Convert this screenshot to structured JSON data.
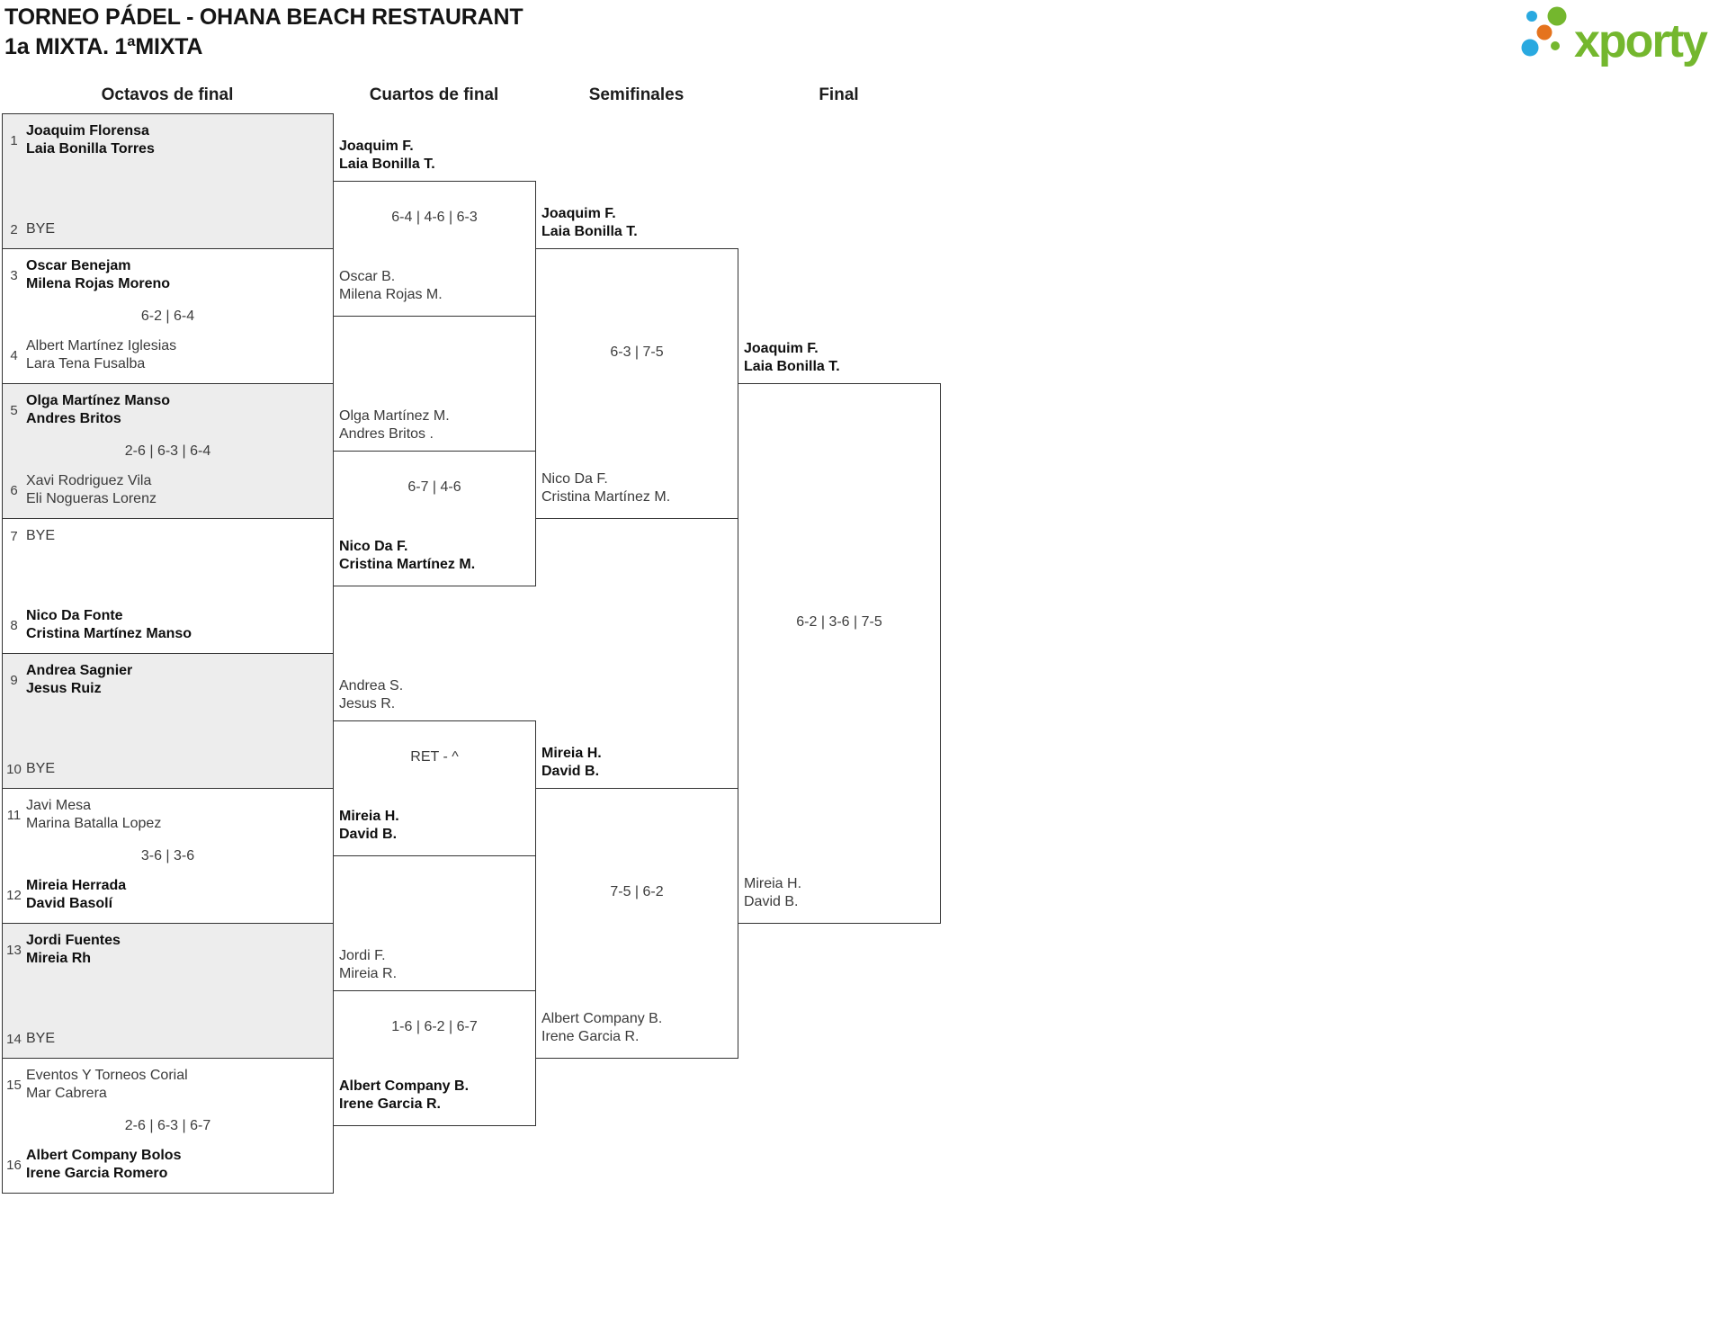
{
  "header": {
    "title": "TORNEO PÁDEL - OHANA BEACH RESTAURANT",
    "subtitle": "1a MIXTA. 1ªMIXTA"
  },
  "logo": {
    "text": "xporty",
    "green": "#74b72e",
    "blue": "#29a9e0",
    "orange": "#e5731d"
  },
  "colors": {
    "border": "#333333",
    "shaded_row": "#ededed",
    "winner_text": "#0f0f0f",
    "regular_text": "#3a3a3a"
  },
  "rounds": [
    "Octavos de final",
    "Cuartos de final",
    "Semifinales",
    "Final"
  ],
  "bracket": {
    "r16": [
      {
        "shaded": true,
        "seed_top": "1",
        "top": [
          "Joaquim Florensa",
          "Laia Bonilla Torres"
        ],
        "top_winner": true,
        "score": "",
        "seed_bottom": "2",
        "bottom": [
          "BYE"
        ],
        "bottom_winner": false
      },
      {
        "shaded": false,
        "seed_top": "3",
        "top": [
          "Oscar Benejam",
          "Milena Rojas Moreno"
        ],
        "top_winner": true,
        "score": "6-2 | 6-4",
        "seed_bottom": "4",
        "bottom": [
          "Albert Martínez Iglesias",
          "Lara Tena Fusalba"
        ],
        "bottom_winner": false
      },
      {
        "shaded": true,
        "seed_top": "5",
        "top": [
          "Olga Martínez Manso",
          "Andres Britos"
        ],
        "top_winner": true,
        "score": "2-6 | 6-3 | 6-4",
        "seed_bottom": "6",
        "bottom": [
          "Xavi Rodriguez Vila",
          "Eli Nogueras Lorenz"
        ],
        "bottom_winner": false
      },
      {
        "shaded": false,
        "seed_top": "7",
        "top": [
          "BYE"
        ],
        "top_winner": false,
        "score": "",
        "seed_bottom": "8",
        "bottom": [
          "Nico Da Fonte",
          "Cristina Martínez Manso"
        ],
        "bottom_winner": true
      },
      {
        "shaded": true,
        "seed_top": "9",
        "top": [
          "Andrea Sagnier",
          "Jesus Ruiz"
        ],
        "top_winner": true,
        "score": "",
        "seed_bottom": "10",
        "bottom": [
          "BYE"
        ],
        "bottom_winner": false
      },
      {
        "shaded": false,
        "seed_top": "11",
        "top": [
          "Javi Mesa",
          "Marina Batalla Lopez"
        ],
        "top_winner": false,
        "score": "3-6 | 3-6",
        "seed_bottom": "12",
        "bottom": [
          "Mireia Herrada",
          "David Basolí"
        ],
        "bottom_winner": true
      },
      {
        "shaded": true,
        "seed_top": "13",
        "top": [
          "Jordi Fuentes",
          "Mireia Rh"
        ],
        "top_winner": true,
        "score": "",
        "seed_bottom": "14",
        "bottom": [
          "BYE"
        ],
        "bottom_winner": false
      },
      {
        "shaded": false,
        "seed_top": "15",
        "top": [
          "Eventos Y Torneos Corial",
          "Mar Cabrera"
        ],
        "top_winner": false,
        "score": "2-6 | 6-3 | 6-7",
        "seed_bottom": "16",
        "bottom": [
          "Albert Company Bolos",
          "Irene Garcia Romero"
        ],
        "bottom_winner": true
      }
    ],
    "qf": [
      {
        "top": [
          "Joaquim F.",
          "Laia Bonilla T."
        ],
        "top_winner": true,
        "score": "6-4 | 4-6 | 6-3",
        "bottom": [
          "Oscar B.",
          "Milena Rojas M."
        ],
        "bottom_winner": false
      },
      {
        "top": [
          "Olga Martínez M.",
          "Andres Britos ."
        ],
        "top_winner": false,
        "score": "6-7 | 4-6",
        "bottom": [
          "Nico Da F.",
          "Cristina Martínez M."
        ],
        "bottom_winner": true
      },
      {
        "top": [
          "Andrea S.",
          "Jesus R."
        ],
        "top_winner": false,
        "score": "RET - ^",
        "bottom": [
          "Mireia H.",
          "David B."
        ],
        "bottom_winner": true
      },
      {
        "top": [
          "Jordi F.",
          "Mireia R."
        ],
        "top_winner": false,
        "score": "1-6 | 6-2 | 6-7",
        "bottom": [
          "Albert Company B.",
          "Irene Garcia R."
        ],
        "bottom_winner": true
      }
    ],
    "sf": [
      {
        "top": [
          "Joaquim F.",
          "Laia Bonilla T."
        ],
        "top_winner": true,
        "score": "6-3 | 7-5",
        "bottom": [
          "Nico Da F.",
          "Cristina Martínez M."
        ],
        "bottom_winner": false
      },
      {
        "top": [
          "Mireia H.",
          "David B."
        ],
        "top_winner": true,
        "score": "7-5 | 6-2",
        "bottom": [
          "Albert Company B.",
          "Irene Garcia R."
        ],
        "bottom_winner": false
      }
    ],
    "final": {
      "top": [
        "Joaquim F.",
        "Laia Bonilla T."
      ],
      "top_winner": true,
      "score": "6-2 | 3-6 | 7-5",
      "bottom": [
        "Mireia H.",
        "David B."
      ],
      "bottom_winner": false
    }
  }
}
